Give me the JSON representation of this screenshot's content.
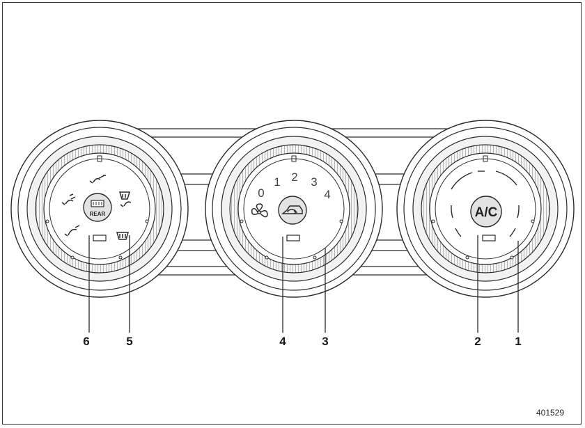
{
  "figure_id": "401529",
  "callouts": {
    "c1": "1",
    "c2": "2",
    "c3": "3",
    "c4": "4",
    "c5": "5",
    "c6": "6"
  },
  "fan_speed_scale": {
    "s0": "0",
    "s1": "1",
    "s2": "2",
    "s3": "3",
    "s4": "4"
  },
  "ac_button_label": "A/C",
  "rear_button_label": "REAR",
  "colors": {
    "line": "#2a2a2a",
    "knob_ring": "#e9e9e9",
    "knob_face": "#ffffff",
    "button_fill": "#dcdcdc",
    "text": "#1a1a1a"
  }
}
